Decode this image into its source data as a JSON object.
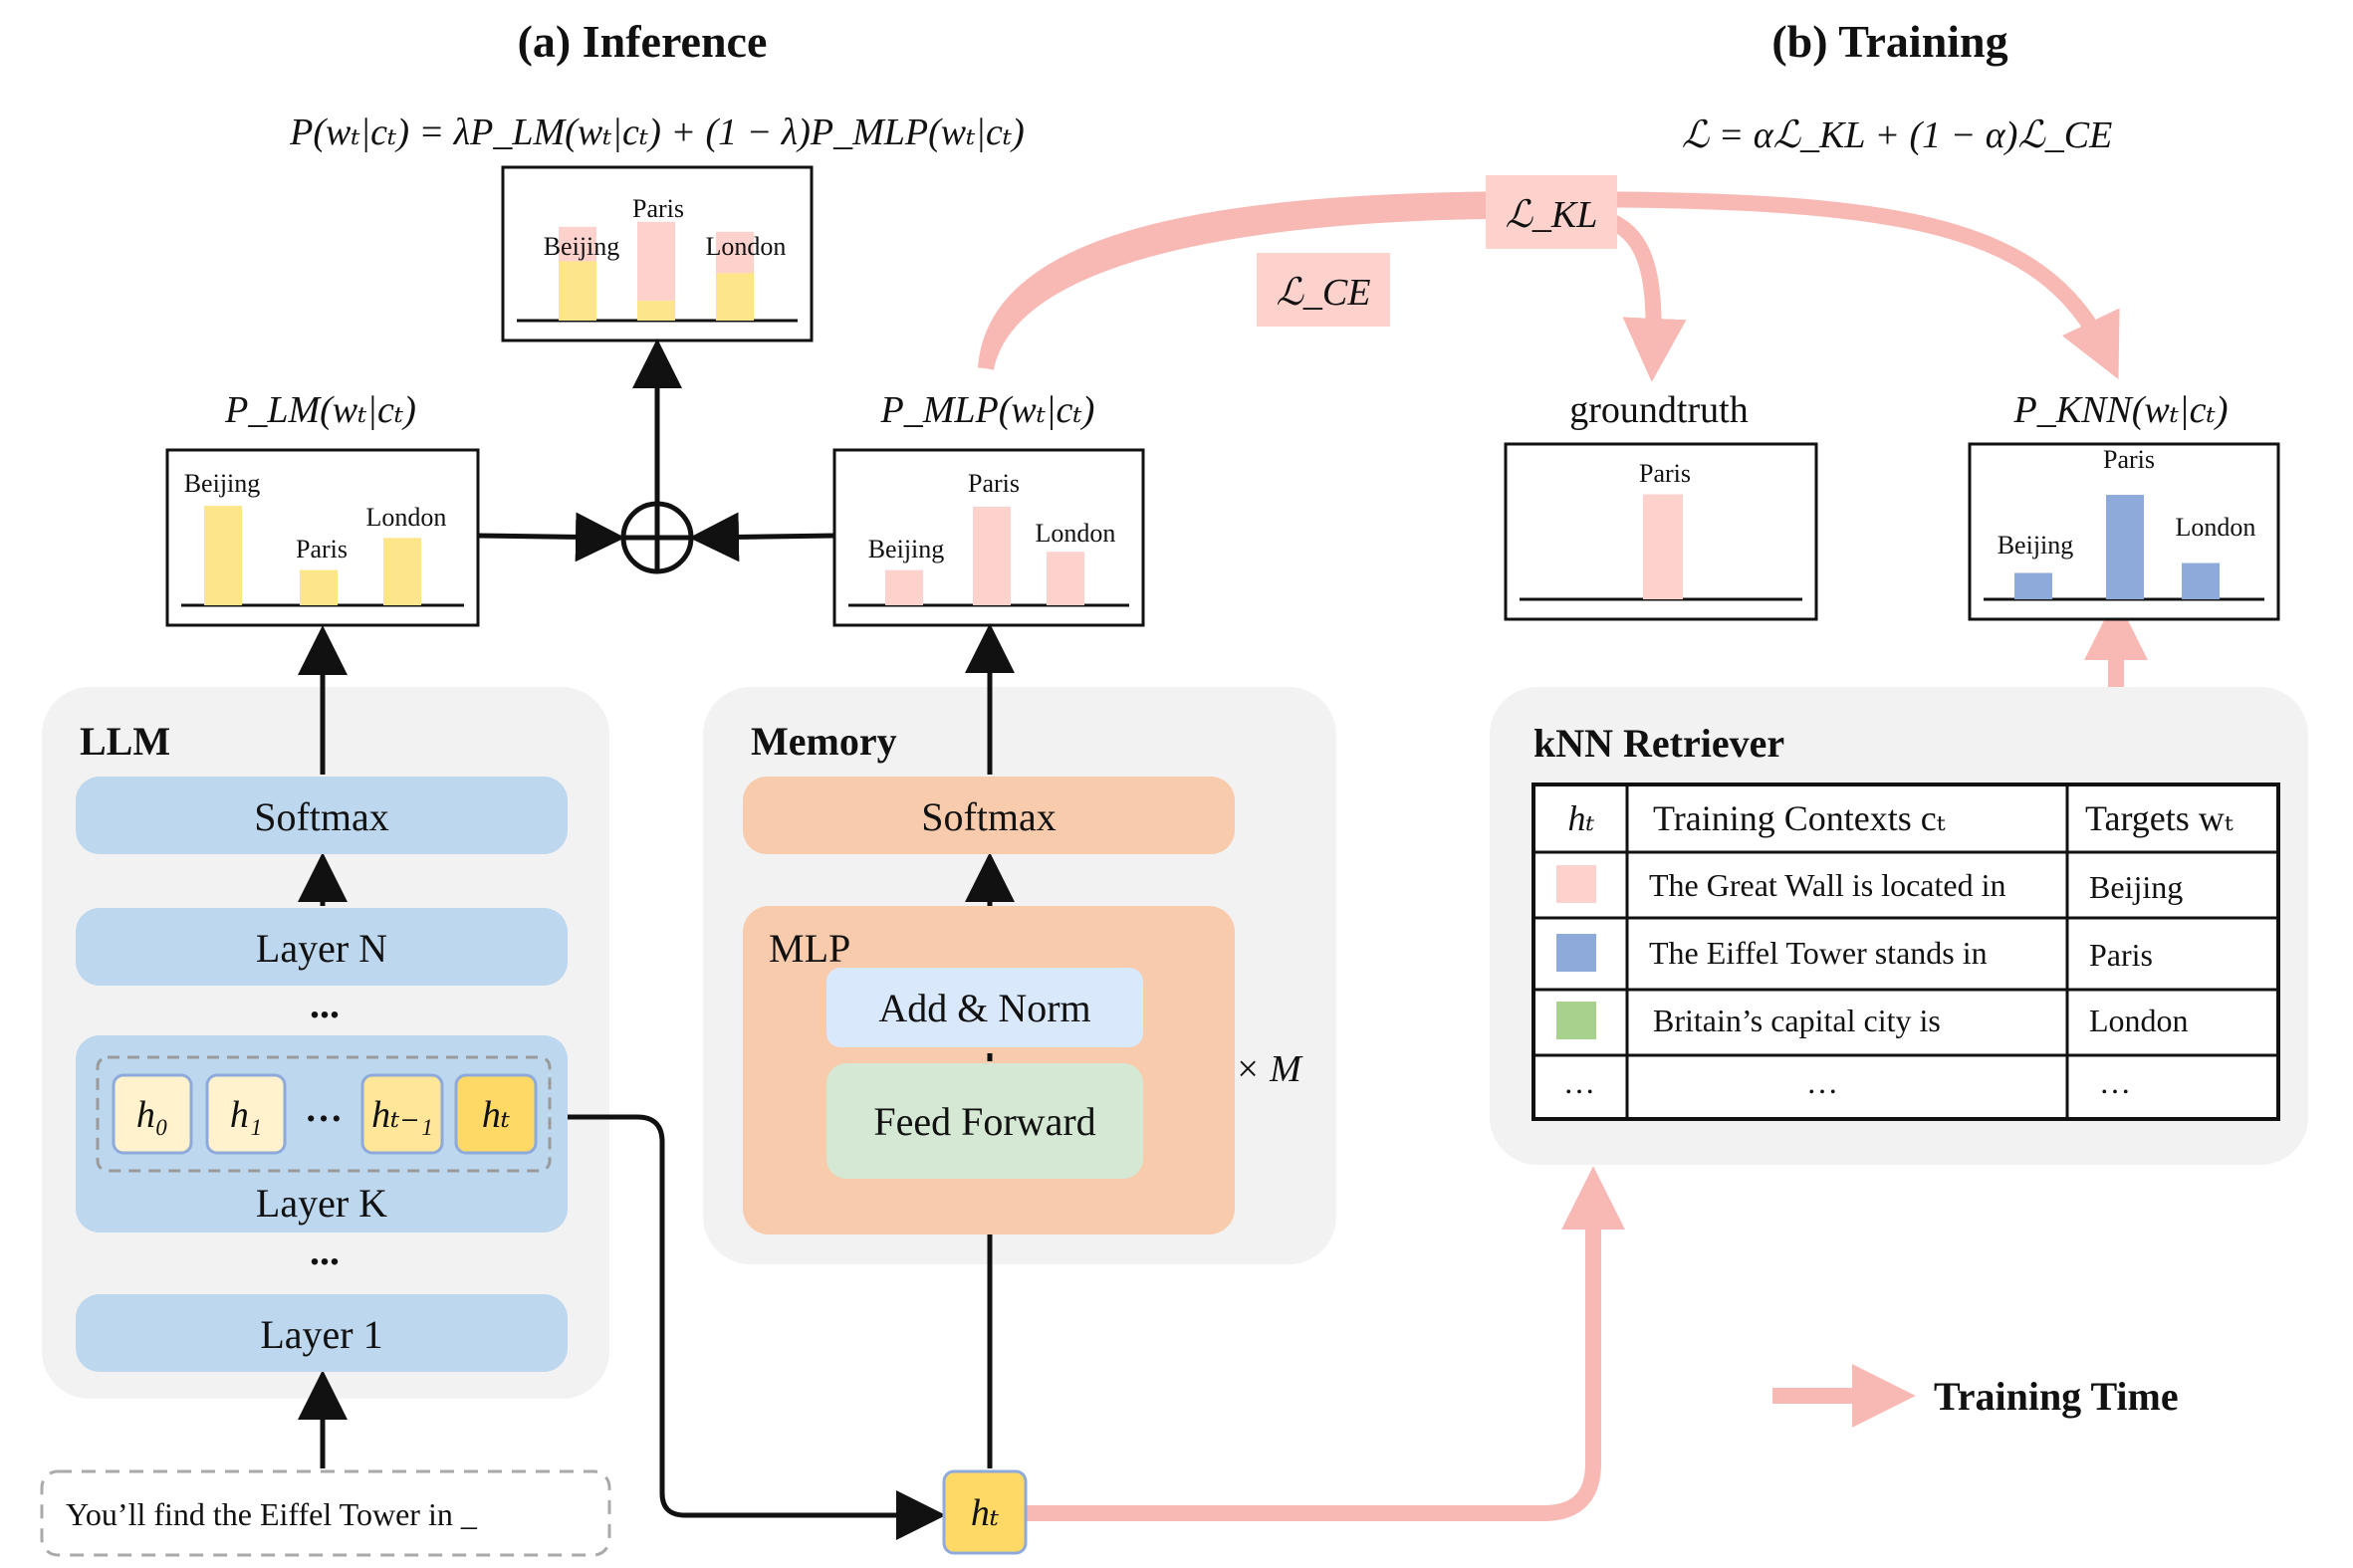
{
  "titles": {
    "inference": "(a) Inference",
    "training": "(b) Training"
  },
  "equations": {
    "inference": "P(wₜ|cₜ) = λP_LM(wₜ|cₜ) + (1 − λ)P_MLP(wₜ|cₜ)",
    "training": "ℒ = αℒ_KL + (1 − α)ℒ_CE"
  },
  "losses": {
    "kl": "ℒ_KL",
    "ce": "ℒ_CE"
  },
  "dist_labels": {
    "lm": "P_LM(wₜ|cₜ)",
    "mlp": "P_MLP(wₜ|cₜ)",
    "groundtruth": "groundtruth",
    "knn": "P_KNN(wₜ|cₜ)"
  },
  "chart_data": [
    {
      "type": "bar",
      "title": "P_LM(wₜ|cₜ)",
      "categories": [
        "Beijing",
        "Paris",
        "London"
      ],
      "values": [
        0.62,
        0.22,
        0.42
      ],
      "color": "#fde58a"
    },
    {
      "type": "bar",
      "title": "P_MLP(wₜ|cₜ)",
      "categories": [
        "Beijing",
        "Paris",
        "London"
      ],
      "values": [
        0.25,
        0.7,
        0.38
      ],
      "color": "#fdd2cc"
    },
    {
      "type": "bar",
      "title": "groundtruth",
      "categories": [
        "Paris"
      ],
      "values": [
        1.0
      ],
      "color": "#fdd2cc"
    },
    {
      "type": "bar",
      "title": "P_KNN(wₜ|cₜ)",
      "categories": [
        "Beijing",
        "Paris",
        "London"
      ],
      "values": [
        0.24,
        0.95,
        0.33
      ],
      "color": "#8eaadb"
    },
    {
      "type": "bar",
      "title": "",
      "categories": [
        "Beijing",
        "Paris",
        "London"
      ],
      "series": [
        {
          "name": "",
          "values": [
            0.6,
            0.2,
            0.48
          ],
          "color": "#fde58a"
        },
        {
          "name": "",
          "values": [
            0.35,
            0.8,
            0.42
          ],
          "color": "#fdd2cc"
        }
      ]
    }
  ],
  "llm": {
    "label": "LLM",
    "softmax": "Softmax",
    "layer_n": "Layer N",
    "ellipsis": "...",
    "layer_k": "Layer K",
    "layer_1": "Layer 1",
    "hidden": [
      "h₀",
      "h₁",
      "…",
      "hₜ₋₁",
      "hₜ"
    ]
  },
  "memory": {
    "label": "Memory",
    "softmax": "Softmax",
    "mlp": "MLP",
    "add_norm": "Add & Norm",
    "feed_forward": "Feed Forward",
    "repeat": "× M"
  },
  "input_text": "You’ll find the Eiffel Tower in _",
  "ht_node": "hₜ",
  "knn": {
    "label": "kNN Retriever",
    "headers": [
      "hₜ",
      "Training Contexts cₜ",
      "Targets wₜ"
    ],
    "rows": [
      {
        "color": "#fdd2cc",
        "context": "The Great Wall is located in",
        "target": "Beijing"
      },
      {
        "color": "#8eaadb",
        "context": "The Eiffel Tower stands in",
        "target": "Paris"
      },
      {
        "color": "#a9d18e",
        "context": "Britain’s capital city is",
        "target": "London"
      },
      {
        "color": "",
        "context": "…",
        "target": "…",
        "h": "…"
      }
    ]
  },
  "legend": {
    "training_time": "Training Time"
  },
  "colors": {
    "pink_arrow": "#f8b8b3",
    "llm_block": "#bdd7ee",
    "memory_block": "#f8cbad",
    "add_norm": "#dae8fc",
    "feed_forward": "#d5e8d4",
    "panel": "#f2f2f2"
  }
}
